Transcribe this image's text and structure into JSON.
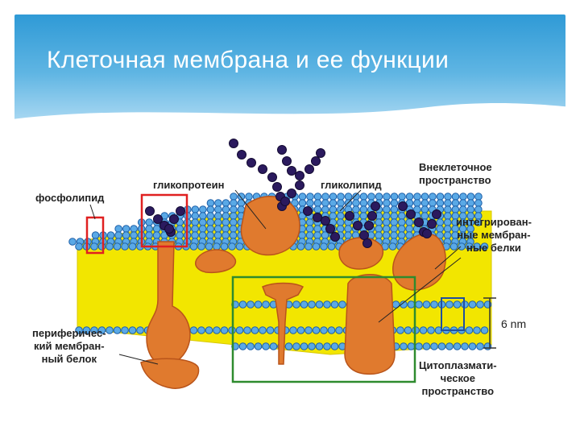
{
  "slide": {
    "title": "Клеточная мембрана и ее функции"
  },
  "diagram": {
    "labels": {
      "phospholipid": "фосфолипид",
      "glycoprotein": "гликопротеин",
      "glycolipid": "гликолипид",
      "extracellular": [
        "Внеклеточное",
        "пространство"
      ],
      "integral": [
        "интегрирован-",
        "ные мембран-",
        "ные белки"
      ],
      "peripheral": [
        "периферичес-",
        "кий мембран-",
        "ный белок"
      ],
      "thickness": "6 nm",
      "cytoplasmic": [
        "Цитоплазмати-",
        "ческое",
        "пространство"
      ]
    },
    "colors": {
      "head_fill": "#5aa9e6",
      "head_stroke": "#1d5fa8",
      "tail_layer": "#f2e600",
      "protein": "#e07a2e",
      "protein_dark": "#b9541a",
      "sugar_chain": "#2b1a5e",
      "box_red": "#e02020",
      "box_green": "#2e8b2e",
      "box_blue": "#1f4fa0"
    }
  }
}
